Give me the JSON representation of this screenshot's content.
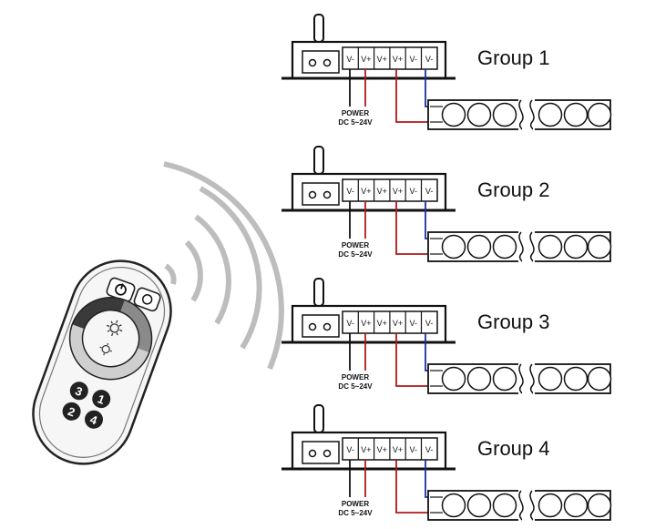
{
  "groups": [
    {
      "label": "Group 1"
    },
    {
      "label": "Group 2"
    },
    {
      "label": "Group 3"
    },
    {
      "label": "Group 4"
    }
  ],
  "terminals": [
    "V-",
    "V+",
    "V+",
    "V+",
    "V-",
    "V-"
  ],
  "power_label": "POWER",
  "voltage_label": "DC 5~24V",
  "remote_keys": [
    "1",
    "2",
    "3",
    "4"
  ],
  "colors": {
    "wire_red": "#b01818",
    "wire_blue": "#1a2fa0",
    "line": "#111111"
  }
}
